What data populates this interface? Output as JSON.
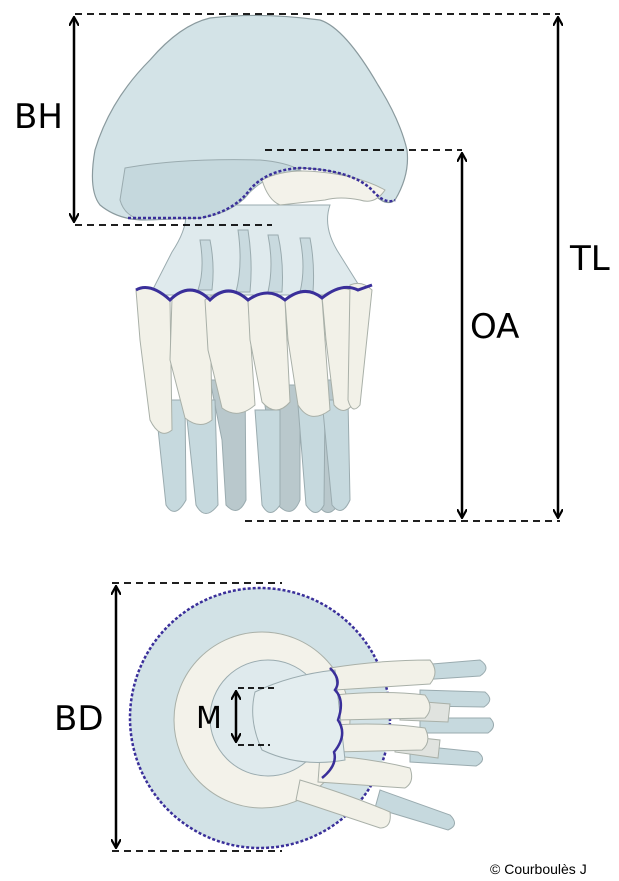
{
  "labels": {
    "bell_height": "BH",
    "total_length": "TL",
    "oral_arms": "OA",
    "bell_diameter": "BD",
    "mouth": "M"
  },
  "credit": "© Courboulès J",
  "colors": {
    "bell": "#d2e2e6",
    "bell_edge": "#3a2f9a",
    "arms_light": "#f3f2ea",
    "arms_blue": "#c4d7dc",
    "arms_grey": "#b8c7cb",
    "outline": "#8a9a9e"
  }
}
